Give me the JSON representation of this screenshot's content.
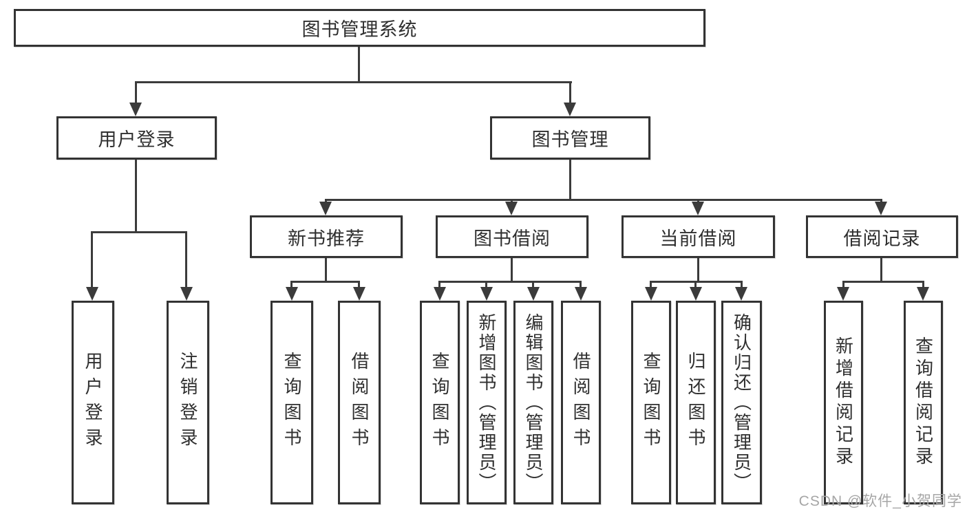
{
  "root": {
    "label": "图书管理系统"
  },
  "branches": [
    {
      "label": "用户登录"
    },
    {
      "label": "图书管理"
    }
  ],
  "modules": [
    {
      "label": "新书推荐"
    },
    {
      "label": "图书借阅"
    },
    {
      "label": "当前借阅"
    },
    {
      "label": "借阅记录"
    }
  ],
  "leaves": [
    {
      "label": "用户登录"
    },
    {
      "label": "注销登录"
    },
    {
      "label": "查询图书"
    },
    {
      "label": "借阅图书"
    },
    {
      "label": "查询图书"
    },
    {
      "label": "新增图书（管理员）"
    },
    {
      "label": "编辑图书（管理员）"
    },
    {
      "label": "借阅图书"
    },
    {
      "label": "查询图书"
    },
    {
      "label": "归还图书"
    },
    {
      "label": "确认归还（管理员）"
    },
    {
      "label": "新增借阅记录"
    },
    {
      "label": "查询借阅记录"
    }
  ],
  "watermark": {
    "text": "CSDN @软件_小贺同学"
  },
  "colors": {
    "line": "#3b3b3b",
    "box_border": "#333333",
    "text": "#2f2f2f",
    "watermark": "#a6a6a6",
    "background": "#ffffff"
  }
}
